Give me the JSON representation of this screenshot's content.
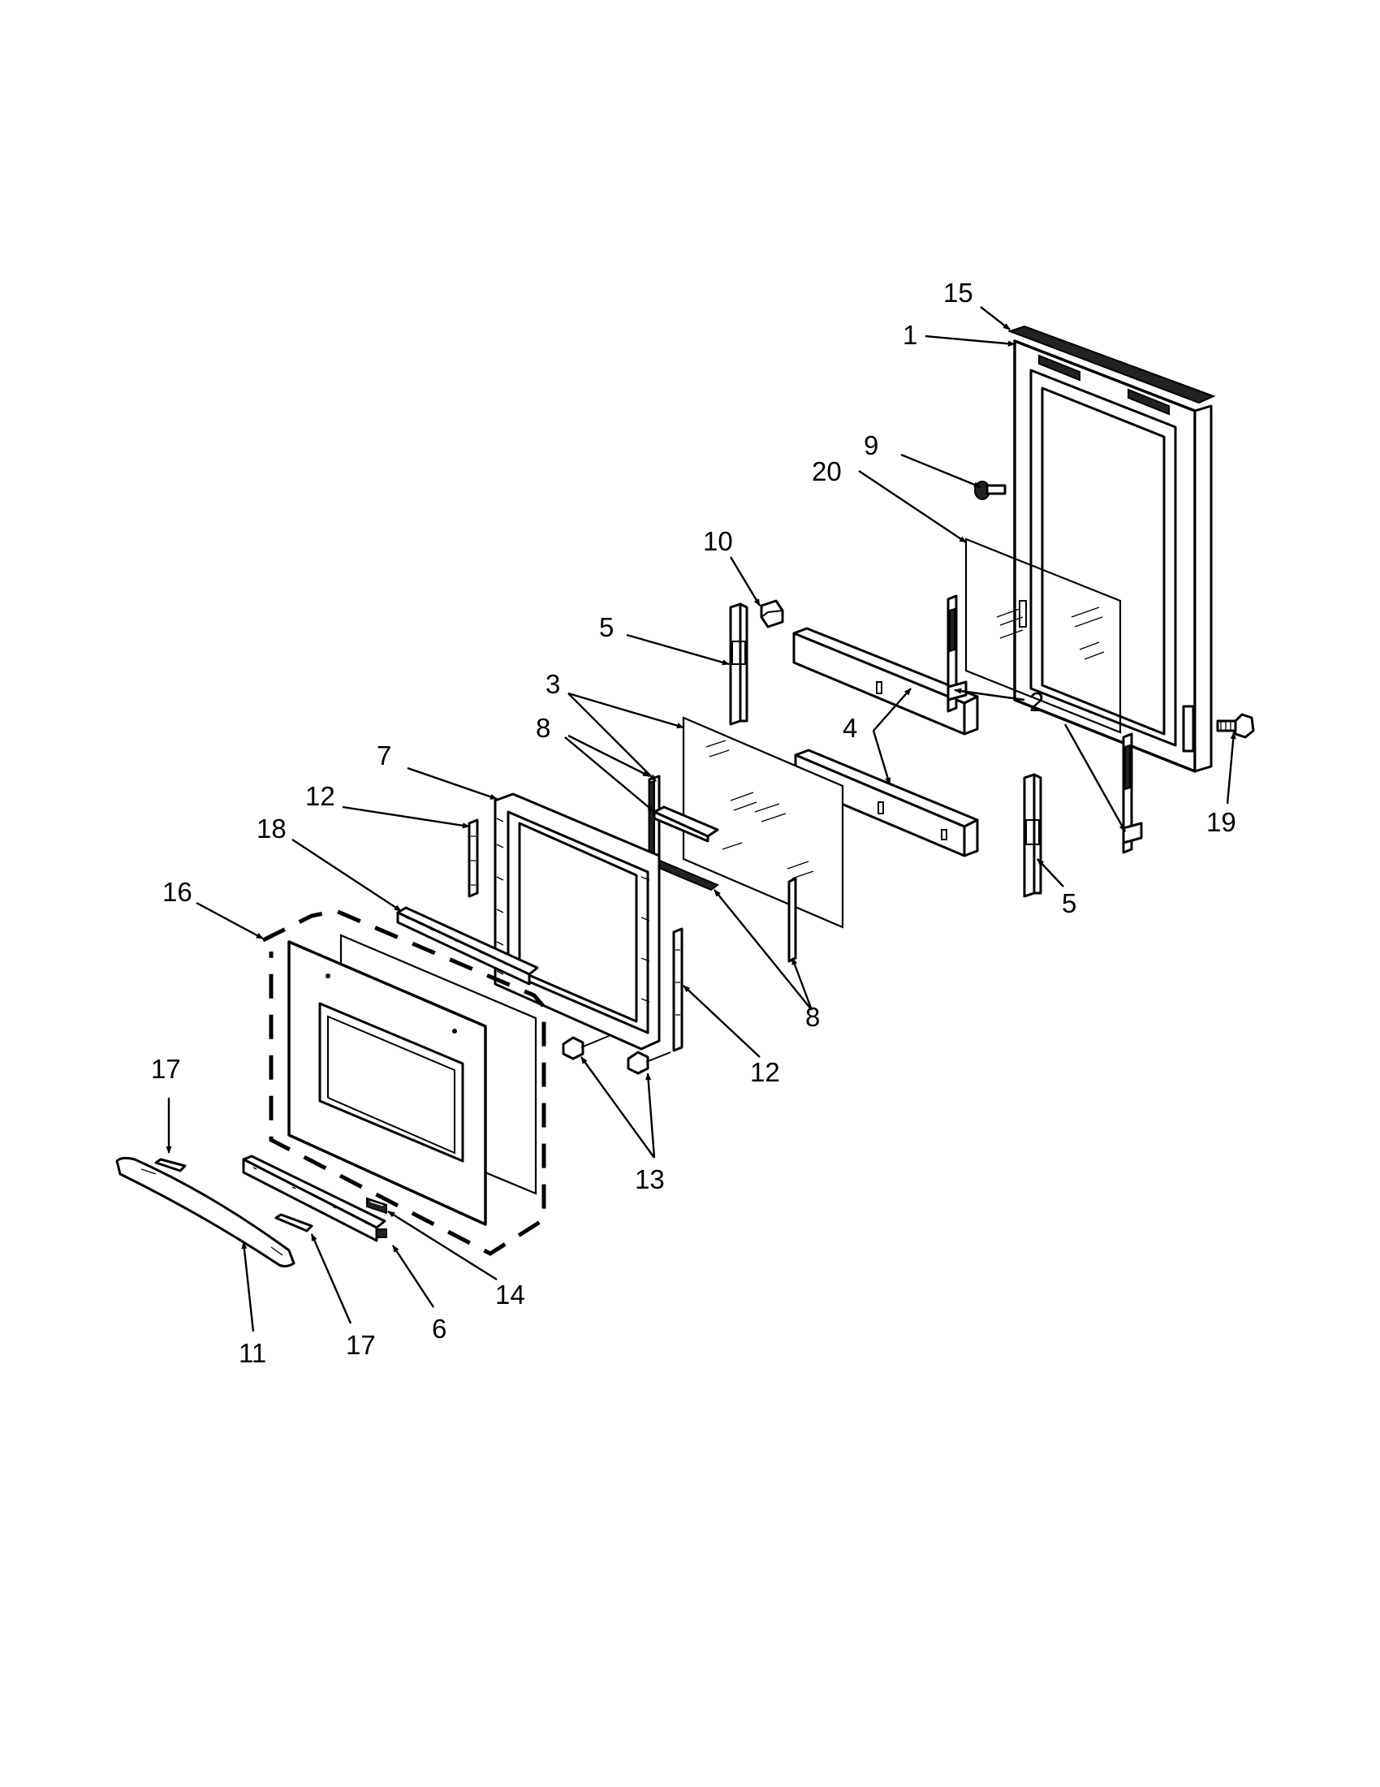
{
  "diagram": {
    "callouts": {
      "c15": "15",
      "c1": "1",
      "c9": "9",
      "c20": "20",
      "c10": "10",
      "c5a": "5",
      "c3": "3",
      "c8a": "8",
      "c7": "7",
      "c12a": "12",
      "c18": "18",
      "c16": "16",
      "c4": "4",
      "c2": "2",
      "c19": "19",
      "c5b": "5",
      "c8b": "8",
      "c12b": "12",
      "c13": "13",
      "c17a": "17",
      "c14": "14",
      "c11": "11",
      "c17b": "17",
      "c6": "6"
    }
  }
}
